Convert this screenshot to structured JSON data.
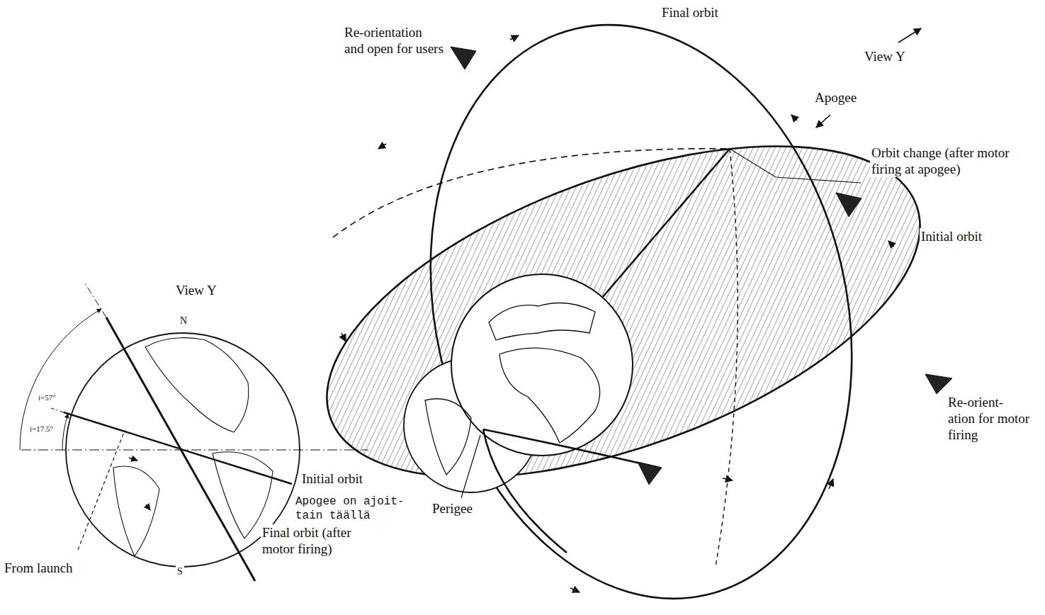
{
  "diagram": {
    "labels": [
      "Final orbit",
      "Re-orientation and open for users",
      "View Y",
      "Apogee",
      "Orbit change (after motor firing at apogee)",
      "Initial orbit",
      "Re-orient- ation for motor firing",
      "Perigee",
      "View Y",
      "N",
      "S",
      "i=57°",
      "i=17.5°",
      "Initial orbit",
      "Apogee on ajoit- tain täällä",
      "From launch",
      "Final orbit (after motor firing)"
    ]
  }
}
